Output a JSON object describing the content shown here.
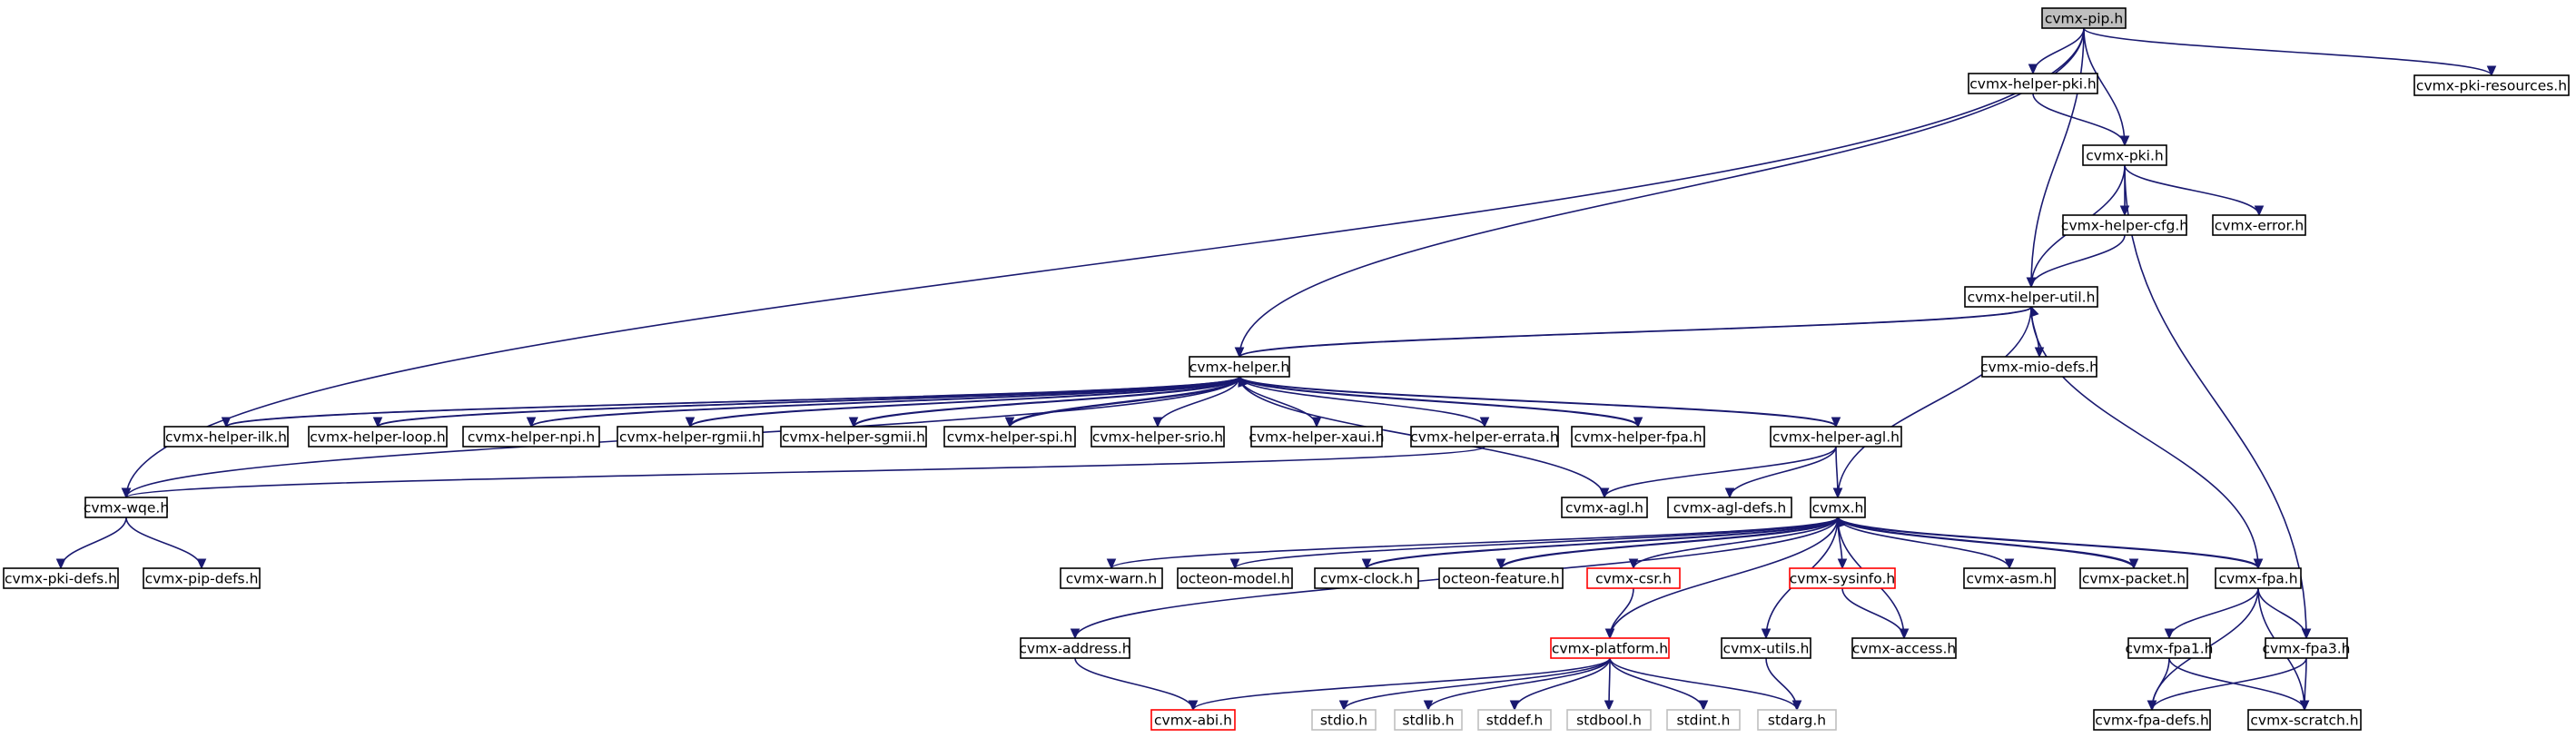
{
  "graph": {
    "nodes": [
      {
        "id": "pip",
        "label": "cvmx-pip.h",
        "style": "root"
      },
      {
        "id": "hpki",
        "label": "cvmx-helper-pki.h",
        "style": "normal"
      },
      {
        "id": "pkires",
        "label": "cvmx-pki-resources.h",
        "style": "normal"
      },
      {
        "id": "pki",
        "label": "cvmx-pki.h",
        "style": "normal"
      },
      {
        "id": "hcfg",
        "label": "cvmx-helper-cfg.h",
        "style": "normal"
      },
      {
        "id": "error",
        "label": "cvmx-error.h",
        "style": "normal"
      },
      {
        "id": "hutil",
        "label": "cvmx-helper-util.h",
        "style": "normal"
      },
      {
        "id": "mio",
        "label": "cvmx-mio-defs.h",
        "style": "normal"
      },
      {
        "id": "helper",
        "label": "cvmx-helper.h",
        "style": "normal"
      },
      {
        "id": "ilk",
        "label": "cvmx-helper-ilk.h",
        "style": "normal"
      },
      {
        "id": "loop",
        "label": "cvmx-helper-loop.h",
        "style": "normal"
      },
      {
        "id": "npi",
        "label": "cvmx-helper-npi.h",
        "style": "normal"
      },
      {
        "id": "rgmii",
        "label": "cvmx-helper-rgmii.h",
        "style": "normal"
      },
      {
        "id": "sgmii",
        "label": "cvmx-helper-sgmii.h",
        "style": "normal"
      },
      {
        "id": "spi",
        "label": "cvmx-helper-spi.h",
        "style": "normal"
      },
      {
        "id": "srio",
        "label": "cvmx-helper-srio.h",
        "style": "normal"
      },
      {
        "id": "xaui",
        "label": "cvmx-helper-xaui.h",
        "style": "normal"
      },
      {
        "id": "errata",
        "label": "cvmx-helper-errata.h",
        "style": "normal"
      },
      {
        "id": "hfpa",
        "label": "cvmx-helper-fpa.h",
        "style": "normal"
      },
      {
        "id": "hagl",
        "label": "cvmx-helper-agl.h",
        "style": "normal"
      },
      {
        "id": "wqe",
        "label": "cvmx-wqe.h",
        "style": "normal"
      },
      {
        "id": "agl",
        "label": "cvmx-agl.h",
        "style": "normal"
      },
      {
        "id": "agldefs",
        "label": "cvmx-agl-defs.h",
        "style": "normal"
      },
      {
        "id": "cvmx",
        "label": "cvmx.h",
        "style": "normal"
      },
      {
        "id": "pkidefs",
        "label": "cvmx-pki-defs.h",
        "style": "normal"
      },
      {
        "id": "pipdefs",
        "label": "cvmx-pip-defs.h",
        "style": "normal"
      },
      {
        "id": "warn",
        "label": "cvmx-warn.h",
        "style": "normal"
      },
      {
        "id": "model",
        "label": "octeon-model.h",
        "style": "normal"
      },
      {
        "id": "clock",
        "label": "cvmx-clock.h",
        "style": "normal"
      },
      {
        "id": "feature",
        "label": "octeon-feature.h",
        "style": "normal"
      },
      {
        "id": "csr",
        "label": "cvmx-csr.h",
        "style": "red"
      },
      {
        "id": "sysinfo",
        "label": "cvmx-sysinfo.h",
        "style": "red"
      },
      {
        "id": "asm",
        "label": "cvmx-asm.h",
        "style": "normal"
      },
      {
        "id": "packet",
        "label": "cvmx-packet.h",
        "style": "normal"
      },
      {
        "id": "fpa",
        "label": "cvmx-fpa.h",
        "style": "normal"
      },
      {
        "id": "address",
        "label": "cvmx-address.h",
        "style": "normal"
      },
      {
        "id": "platform",
        "label": "cvmx-platform.h",
        "style": "red"
      },
      {
        "id": "utils",
        "label": "cvmx-utils.h",
        "style": "normal"
      },
      {
        "id": "access",
        "label": "cvmx-access.h",
        "style": "normal"
      },
      {
        "id": "fpa1",
        "label": "cvmx-fpa1.h",
        "style": "normal"
      },
      {
        "id": "fpa3",
        "label": "cvmx-fpa3.h",
        "style": "normal"
      },
      {
        "id": "abi",
        "label": "cvmx-abi.h",
        "style": "red"
      },
      {
        "id": "stdio",
        "label": "stdio.h",
        "style": "grey"
      },
      {
        "id": "stdlib",
        "label": "stdlib.h",
        "style": "grey"
      },
      {
        "id": "stddef",
        "label": "stddef.h",
        "style": "grey"
      },
      {
        "id": "stdbool",
        "label": "stdbool.h",
        "style": "grey"
      },
      {
        "id": "stdint",
        "label": "stdint.h",
        "style": "grey"
      },
      {
        "id": "stdarg",
        "label": "stdarg.h",
        "style": "grey"
      },
      {
        "id": "fpadefs",
        "label": "cvmx-fpa-defs.h",
        "style": "normal"
      },
      {
        "id": "scratch",
        "label": "cvmx-scratch.h",
        "style": "normal"
      }
    ],
    "edges": [
      [
        "pip",
        "hpki"
      ],
      [
        "pip",
        "pki"
      ],
      [
        "pip",
        "pkires"
      ],
      [
        "pip",
        "hutil"
      ],
      [
        "pip",
        "helper"
      ],
      [
        "pip",
        "wqe"
      ],
      [
        "hpki",
        "pki"
      ],
      [
        "pki",
        "hcfg"
      ],
      [
        "pki",
        "error"
      ],
      [
        "pki",
        "hutil"
      ],
      [
        "pki",
        "fpa3"
      ],
      [
        "hcfg",
        "hutil"
      ],
      [
        "hutil",
        "mio"
      ],
      [
        "hutil",
        "helper"
      ],
      [
        "hutil",
        "cvmx"
      ],
      [
        "hutil",
        "fpa"
      ],
      [
        "helper",
        "hutil"
      ],
      [
        "helper",
        "ilk"
      ],
      [
        "helper",
        "loop"
      ],
      [
        "helper",
        "npi"
      ],
      [
        "helper",
        "rgmii"
      ],
      [
        "helper",
        "sgmii"
      ],
      [
        "helper",
        "spi"
      ],
      [
        "helper",
        "srio"
      ],
      [
        "helper",
        "xaui"
      ],
      [
        "helper",
        "errata"
      ],
      [
        "helper",
        "hfpa"
      ],
      [
        "helper",
        "hagl"
      ],
      [
        "helper",
        "wqe"
      ],
      [
        "helper",
        "agl"
      ],
      [
        "ilk",
        "helper"
      ],
      [
        "loop",
        "helper"
      ],
      [
        "npi",
        "helper"
      ],
      [
        "rgmii",
        "helper"
      ],
      [
        "sgmii",
        "helper"
      ],
      [
        "spi",
        "helper"
      ],
      [
        "hfpa",
        "helper"
      ],
      [
        "hagl",
        "helper"
      ],
      [
        "errata",
        "wqe"
      ],
      [
        "hagl",
        "agl"
      ],
      [
        "hagl",
        "agldefs"
      ],
      [
        "hagl",
        "cvmx"
      ],
      [
        "wqe",
        "pkidefs"
      ],
      [
        "wqe",
        "pipdefs"
      ],
      [
        "cvmx",
        "warn"
      ],
      [
        "cvmx",
        "model"
      ],
      [
        "cvmx",
        "clock"
      ],
      [
        "cvmx",
        "feature"
      ],
      [
        "cvmx",
        "csr"
      ],
      [
        "cvmx",
        "sysinfo"
      ],
      [
        "cvmx",
        "asm"
      ],
      [
        "cvmx",
        "packet"
      ],
      [
        "cvmx",
        "fpa"
      ],
      [
        "cvmx",
        "address"
      ],
      [
        "cvmx",
        "platform"
      ],
      [
        "cvmx",
        "utils"
      ],
      [
        "cvmx",
        "access"
      ],
      [
        "clock",
        "cvmx"
      ],
      [
        "feature",
        "cvmx"
      ],
      [
        "packet",
        "cvmx"
      ],
      [
        "fpa",
        "cvmx"
      ],
      [
        "csr",
        "platform"
      ],
      [
        "sysinfo",
        "access"
      ],
      [
        "utils",
        "stdarg"
      ],
      [
        "address",
        "abi"
      ],
      [
        "platform",
        "abi"
      ],
      [
        "platform",
        "stdio"
      ],
      [
        "platform",
        "stdlib"
      ],
      [
        "platform",
        "stddef"
      ],
      [
        "platform",
        "stdbool"
      ],
      [
        "platform",
        "stdint"
      ],
      [
        "platform",
        "stdarg"
      ],
      [
        "fpa",
        "fpa1"
      ],
      [
        "fpa",
        "fpa3"
      ],
      [
        "fpa",
        "fpadefs"
      ],
      [
        "fpa",
        "scratch"
      ],
      [
        "fpa1",
        "fpadefs"
      ],
      [
        "fpa1",
        "scratch"
      ],
      [
        "fpa3",
        "fpadefs"
      ],
      [
        "fpa3",
        "scratch"
      ]
    ]
  }
}
